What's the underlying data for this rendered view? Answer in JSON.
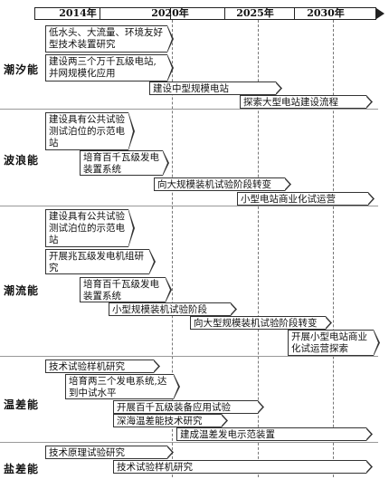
{
  "timeline": {
    "years": [
      "2014年",
      "2020年",
      "2025年",
      "2030年"
    ]
  },
  "categories": [
    {
      "label": "潮汐能",
      "tasks": [
        "低水头、大流量、环境友好型技术装置研究",
        "建设两三个万千瓦级电站,并网规模化应用",
        "建设中型规模电站",
        "探索大型电站建设流程"
      ]
    },
    {
      "label": "波浪能",
      "tasks": [
        "建设具有公共试验测试泊位的示范电站",
        "培育百千瓦级发电装置系统",
        "向大规模装机试验阶段转变",
        "小型电站商业化试运营"
      ]
    },
    {
      "label": "潮流能",
      "tasks": [
        "建设具有公共试验测试泊位的示范电站",
        "开展兆瓦级发电机组研究",
        "培育百千瓦级发电装置系统",
        "小型规模装机试验阶段",
        "向大型规模装机试验阶段转变",
        "开展小型电站商业化试运营探索"
      ]
    },
    {
      "label": "温差能",
      "tasks": [
        "技术试验样机研究",
        "培育两三个发电系统,达到中试水平",
        "开展百千瓦级装备应用试验",
        "深海温差能技术研究",
        "建成温差发电示范装置"
      ]
    },
    {
      "label": "盐差能",
      "tasks": [
        "技术原理试验研究",
        "技术试验样机研究"
      ]
    }
  ]
}
